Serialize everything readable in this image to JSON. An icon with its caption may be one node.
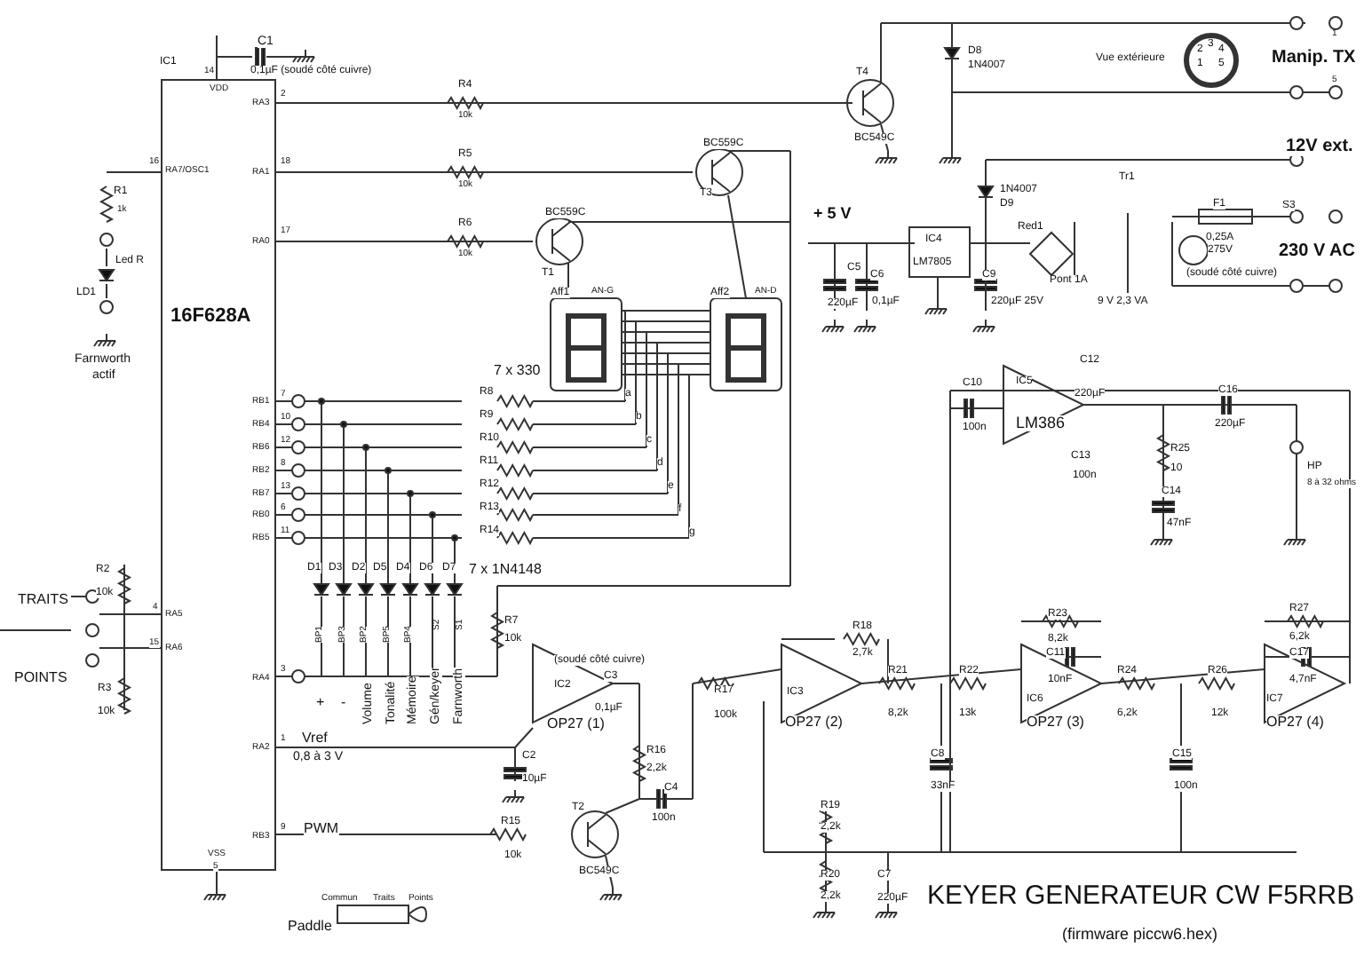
{
  "diagram": {
    "title": "KEYER GENERATEUR CW  F5RRB",
    "caption": "(firmware piccw6.hex)",
    "labels": [
      "IC1",
      "C1",
      "0,1µF (soudé côté cuivre)",
      "14",
      "VDD",
      "RA3",
      "2",
      "R4",
      "10k",
      "16",
      "RA7/OSC1",
      "RA1",
      "18",
      "R5",
      "10k",
      "R1",
      "1k",
      "RA0",
      "17",
      "R6",
      "10k",
      "Led R",
      "LD1",
      "16F628A",
      "Farnworth",
      "actif",
      "T4",
      "BC549C",
      "D8",
      "1N4007",
      "Vue extérieure",
      "2",
      "3",
      "4",
      "1",
      "5",
      "Manip. TX",
      "1",
      "5",
      "12V ext.",
      "BC559C",
      "T3",
      "BC559C",
      "T1",
      "+ 5 V",
      "IC4",
      "LM7805",
      "C5",
      "220µF",
      "C6",
      "0,1µF",
      "C9",
      "220µF 25V",
      "1N4007",
      "D9",
      "Red1",
      "Pont 1A",
      "Tr1",
      "9 V 2,3 VA",
      "F1",
      "0,25A",
      "S3",
      "275V",
      "(soudé côté cuivre)",
      "230 V AC",
      "Aff1",
      "AN-G",
      "Aff2",
      "AN-D",
      "7 x 330",
      "a",
      "b",
      "c",
      "d",
      "e",
      "f",
      "g",
      "RB1",
      "7",
      "R8",
      "RB4",
      "10",
      "R9",
      "RB6",
      "12",
      "R10",
      "RB2",
      "8",
      "R11",
      "RB7",
      "13",
      "R12",
      "RB0",
      "6",
      "R13",
      "RB5",
      "11",
      "R14",
      "C10",
      "100n",
      "IC5",
      "LM386",
      "C12",
      "220µF",
      "C13",
      "100n",
      "C16",
      "220µF",
      "R25",
      "10",
      "C14",
      "47nF",
      "HP",
      "8 à 32 ohms",
      "R2",
      "10k",
      "TRAITS",
      "RA5",
      "4",
      "15",
      "RA6",
      "POINTS",
      "R3",
      "10k",
      "D1",
      "D3",
      "D2",
      "D5",
      "D4",
      "D6",
      "D7",
      "7 x 1N4148",
      "BP1",
      "BP3",
      "BP2",
      "BP5",
      "BP4",
      "S2",
      "S1",
      "R7",
      "10k",
      "RA4",
      "3",
      "+",
      "-",
      "Volume",
      "Tonalité",
      "Mémoire",
      "Gén/keyer",
      "Farnworth",
      "RA2",
      "1",
      "Vref",
      "0,8 à 3 V",
      "RB3",
      "9",
      "PWM",
      "VSS",
      "5",
      "Commun",
      "Traits",
      "Points",
      "Paddle",
      "C2",
      "10µF",
      "(soudé côté cuivre)",
      "IC2",
      "C3",
      "0,1µF",
      "OP27 (1)",
      "R16",
      "2,2k",
      "T2",
      "BC549C",
      "R15",
      "10k",
      "C4",
      "100n",
      "R17",
      "100k",
      "R18",
      "2,7k",
      "IC3",
      "OP27 (2)",
      "R19",
      "2,2k",
      "R20",
      "2,2k",
      "C7",
      "220µF",
      "R21",
      "8,2k",
      "R22",
      "13k",
      "C8",
      "33nF",
      "R23",
      "8,2k",
      "C11",
      "10nF",
      "IC6",
      "OP27 (3)",
      "R24",
      "6,2k",
      "R26",
      "12k",
      "C15",
      "100n",
      "R27",
      "6,2k",
      "C17",
      "4,7nF",
      "IC7",
      "OP27 (4)"
    ]
  }
}
